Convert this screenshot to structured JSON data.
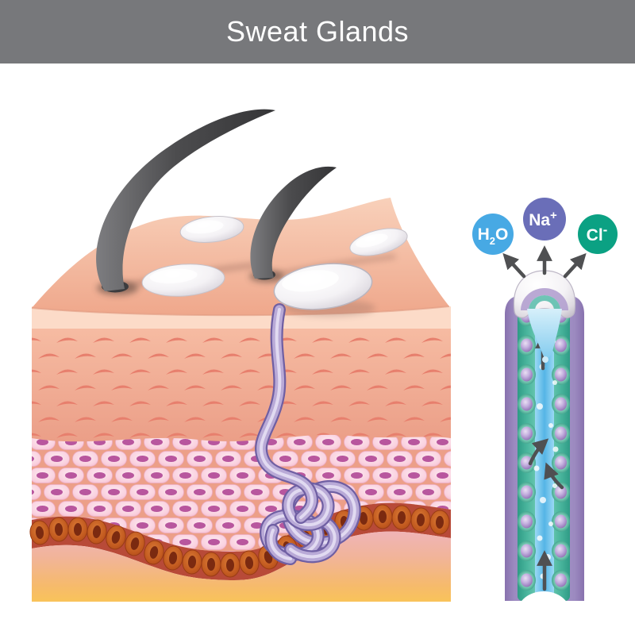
{
  "header": {
    "title": "Sweat Glands",
    "background_color": "#77787b",
    "text_color": "#ffffff"
  },
  "ions": [
    {
      "name": "water",
      "parts": [
        "H",
        "2",
        "O"
      ],
      "color": "#47a9e4"
    },
    {
      "name": "sodium",
      "parts": [
        "Na",
        "+"
      ],
      "color": "#6a6eb8"
    },
    {
      "name": "chloride",
      "parts": [
        "Cl",
        "-"
      ],
      "color": "#0ba183"
    }
  ],
  "palette": {
    "skin_surface": "#f5c3a9",
    "dermis": "#f0a98e",
    "cell_layer_pink": "#fad2e0",
    "basal_layer": "#b84a38",
    "hypodermis_bottom": "#f9c35a",
    "gland_tube": "#b9aad7",
    "duct_wall_outer": "#9c8ac0",
    "duct_wall_inner": "#5cbfa8",
    "duct_lumen": "#55b5e6",
    "sweat_droplet": "#eceaef",
    "hair": "#454547",
    "arrow": "#4f5052"
  }
}
